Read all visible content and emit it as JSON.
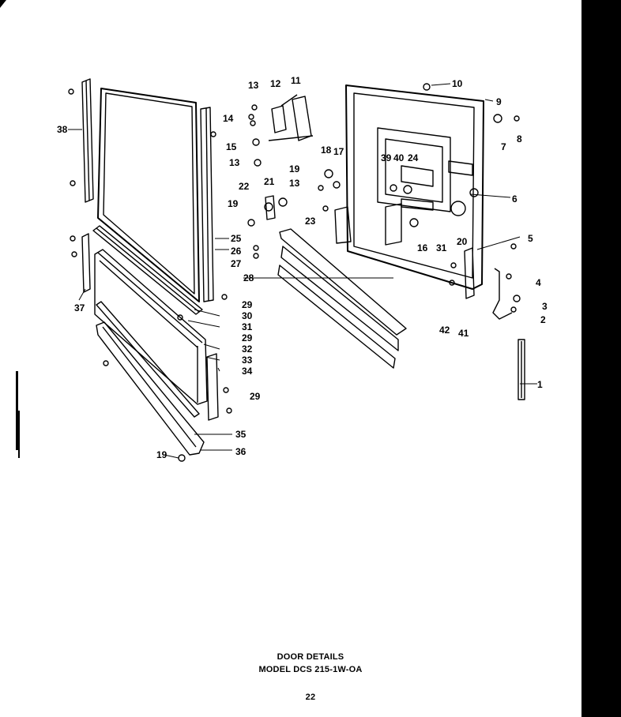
{
  "caption": {
    "title": "DOOR DETAILS",
    "model": "MODEL DCS 215-1W-OA",
    "page_number": "22"
  },
  "callouts": [
    "1",
    "2",
    "3",
    "4",
    "5",
    "6",
    "7",
    "8",
    "9",
    "10",
    "11",
    "12",
    "13",
    "14",
    "15",
    "16",
    "17",
    "18",
    "19",
    "20",
    "21",
    "22",
    "23",
    "24",
    "25",
    "26",
    "27",
    "28",
    "29",
    "30",
    "31",
    "32",
    "33",
    "34",
    "35",
    "36",
    "37",
    "38",
    "39",
    "40",
    "41",
    "42"
  ]
}
